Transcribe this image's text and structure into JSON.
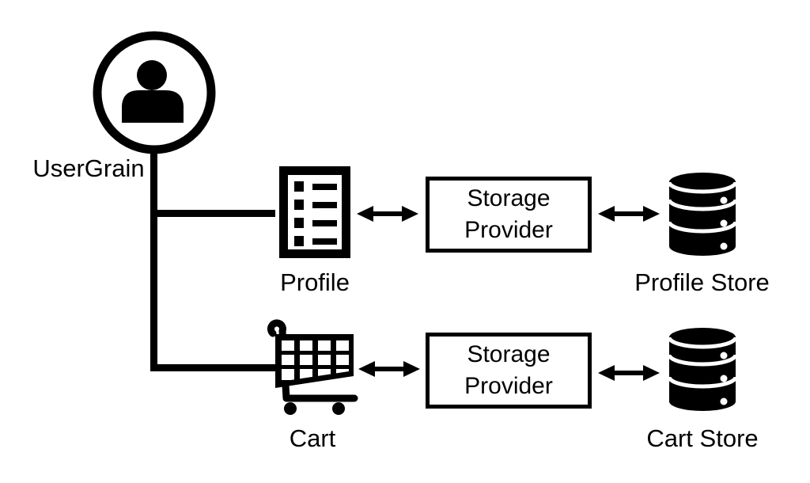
{
  "diagram": {
    "colors": {
      "ink": "#000000",
      "background": "#ffffff"
    },
    "user": {
      "label": "UserGrain",
      "icon": "person-circle-icon"
    },
    "profile_row": {
      "node_label": "Profile",
      "node_icon": "list-document-icon",
      "provider_line1": "Storage",
      "provider_line2": "Provider",
      "store_label": "Profile Store",
      "store_icon": "database-icon"
    },
    "cart_row": {
      "node_label": "Cart",
      "node_icon": "shopping-cart-icon",
      "provider_line1": "Storage",
      "provider_line2": "Provider",
      "store_label": "Cart Store",
      "store_icon": "database-icon"
    },
    "arrows": {
      "style": "double-headed",
      "count": 4
    }
  }
}
